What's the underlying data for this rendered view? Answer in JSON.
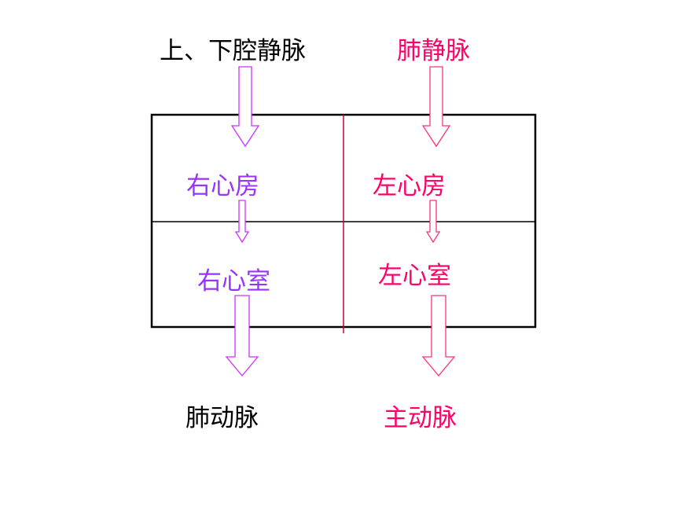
{
  "labels": {
    "vena_cava": "上、下腔静脉",
    "pulmonary_vein": "肺静脉",
    "right_atrium": "右心房",
    "left_atrium": "左心房",
    "right_ventricle": "右心室",
    "left_ventricle": "左心室",
    "pulmonary_artery": "肺动脉",
    "aorta": "主动脉"
  },
  "colors": {
    "text_black": "#000000",
    "text_purple": "#9933ff",
    "text_pink": "#ff0066",
    "arrow_purple": "#cc33ff",
    "arrow_pink": "#ff3377",
    "box_line": "#000000",
    "divider_line": "#cc0033"
  }
}
